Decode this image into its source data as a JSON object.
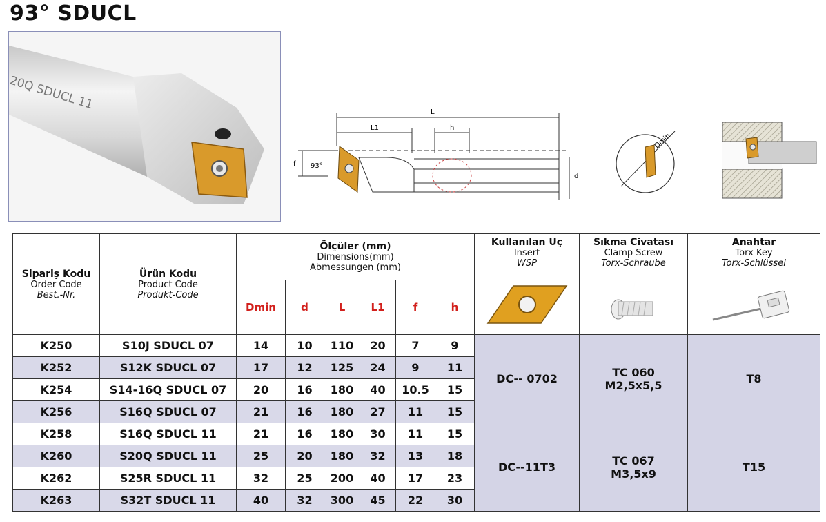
{
  "page": {
    "title": "93° SDUCL"
  },
  "photo": {
    "engraving": "20Q SDUCL 11"
  },
  "diagram": {
    "labels": {
      "L": "L",
      "L1": "L1",
      "h": "h",
      "f": "f",
      "angle": "93°",
      "d": "d",
      "dmin": "Dmin"
    }
  },
  "table": {
    "order_code": {
      "tr": "Sipariş Kodu",
      "en": "Order Code",
      "de": "Best.-Nr."
    },
    "product_code": {
      "tr": "Ürün Kodu",
      "en": "Product Code",
      "de": "Produkt-Code"
    },
    "dimensions": {
      "tr": "Ölçüler (mm)",
      "en": "Dimensions(mm)",
      "de": "Abmessungen (mm)"
    },
    "insert": {
      "tr": "Kullanılan Uç",
      "en": "Insert",
      "de": "WSP"
    },
    "clamp_screw": {
      "tr": "Sıkma Civatası",
      "en": "Clamp Screw",
      "de": "Torx-Schraube"
    },
    "key": {
      "tr": "Anahtar",
      "en": "Torx Key",
      "de": "Torx-Schlüssel"
    },
    "dim_columns": [
      "Dmin",
      "d",
      "L",
      "L1",
      "f",
      "h"
    ],
    "rows": [
      {
        "order": "K250",
        "product": "S10J SDUCL 07",
        "dims": [
          "14",
          "10",
          "110",
          "20",
          "7",
          "9"
        ]
      },
      {
        "order": "K252",
        "product": "S12K SDUCL 07",
        "dims": [
          "17",
          "12",
          "125",
          "24",
          "9",
          "11"
        ]
      },
      {
        "order": "K254",
        "product": "S14-16Q SDUCL 07",
        "dims": [
          "20",
          "16",
          "180",
          "40",
          "10.5",
          "15"
        ]
      },
      {
        "order": "K256",
        "product": "S16Q SDUCL 07",
        "dims": [
          "21",
          "16",
          "180",
          "27",
          "11",
          "15"
        ]
      },
      {
        "order": "K258",
        "product": "S16Q SDUCL 11",
        "dims": [
          "21",
          "16",
          "180",
          "30",
          "11",
          "15"
        ]
      },
      {
        "order": "K260",
        "product": "S20Q SDUCL 11",
        "dims": [
          "25",
          "20",
          "180",
          "32",
          "13",
          "18"
        ]
      },
      {
        "order": "K262",
        "product": "S25R SDUCL 11",
        "dims": [
          "32",
          "25",
          "200",
          "40",
          "17",
          "23"
        ]
      },
      {
        "order": "K263",
        "product": "S32T SDUCL 11",
        "dims": [
          "40",
          "32",
          "300",
          "45",
          "22",
          "30"
        ]
      }
    ],
    "groups": [
      {
        "insert": "DC-- 0702",
        "screw_1": "TC 060",
        "screw_2": "M2,5x5,5",
        "key": "T8"
      },
      {
        "insert": "DC--11T3",
        "screw_1": "TC 067",
        "screw_2": "M3,5x9",
        "key": "T15"
      }
    ]
  },
  "colors": {
    "accent": "#d2201c",
    "shade": "#d4d4e6",
    "insert": "#d99a2b"
  }
}
